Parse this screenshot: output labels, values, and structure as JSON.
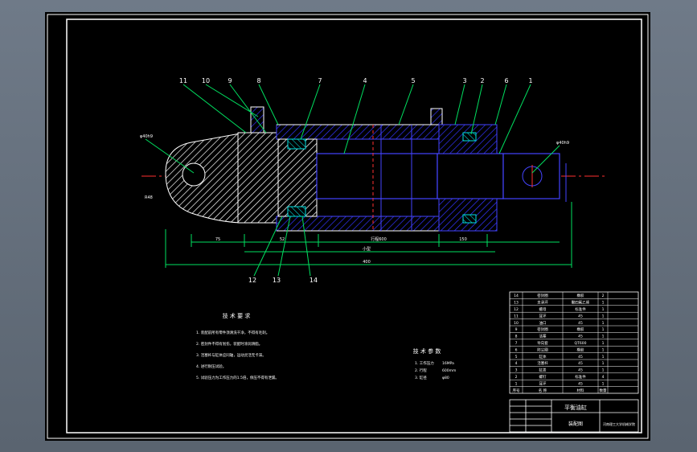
{
  "drawing": {
    "part_callouts": [
      "11",
      "10",
      "9",
      "8",
      "7",
      "4",
      "5",
      "3",
      "2",
      "6",
      "1"
    ],
    "lower_callouts": [
      "12",
      "13",
      "14"
    ],
    "left_labels": [
      "φ40h9",
      "R48"
    ],
    "right_label": "φ40h9",
    "dim_labels": [
      "75",
      "52",
      "行程600",
      "150",
      "小型",
      "400"
    ]
  },
  "tech_requirements": {
    "title": "技 术 要 求",
    "items": [
      "1. 装配前所有零件须清洗干净，不得有毛刺。",
      "2. 密封件不得有划伤，装配时涂润滑脂。",
      "3. 活塞杆与缸体应同轴，运动灵活无卡滞。",
      "4. 进行耐压试验。",
      "5. 试验压力为工作压力的1.5倍，保压不得有泄漏。"
    ]
  },
  "tech_params": {
    "title": "技 术 参 数",
    "rows": [
      [
        "1. 工作压力",
        "16MPa"
      ],
      [
        "2. 行程",
        "600mm"
      ],
      [
        "3. 缸径",
        "φ80"
      ]
    ]
  },
  "bom": {
    "rows": [
      [
        "14",
        "密封圈",
        "橡胶",
        "2"
      ],
      [
        "13",
        "支承环",
        "聚四氟乙烯",
        "1"
      ],
      [
        "12",
        "螺母",
        "标准件",
        "1"
      ],
      [
        "11",
        "耳环",
        "45",
        "1"
      ],
      [
        "10",
        "油口",
        "45",
        "1"
      ],
      [
        "9",
        "密封圈",
        "橡胶",
        "1"
      ],
      [
        "8",
        "活塞",
        "45",
        "1"
      ],
      [
        "7",
        "导向套",
        "QT600",
        "1"
      ],
      [
        "6",
        "防尘圈",
        "橡胶",
        "1"
      ],
      [
        "5",
        "缸体",
        "45",
        "1"
      ],
      [
        "4",
        "活塞杆",
        "45",
        "1"
      ],
      [
        "3",
        "缸盖",
        "45",
        "1"
      ],
      [
        "2",
        "螺钉",
        "标准件",
        "4"
      ],
      [
        "1",
        "耳环",
        "45",
        "1"
      ]
    ],
    "header": [
      "序号",
      "名  称",
      "材料",
      "数量"
    ],
    "title": "平衡油缸",
    "subtitle": "装配图",
    "school": "河南理工大学机械学院"
  }
}
